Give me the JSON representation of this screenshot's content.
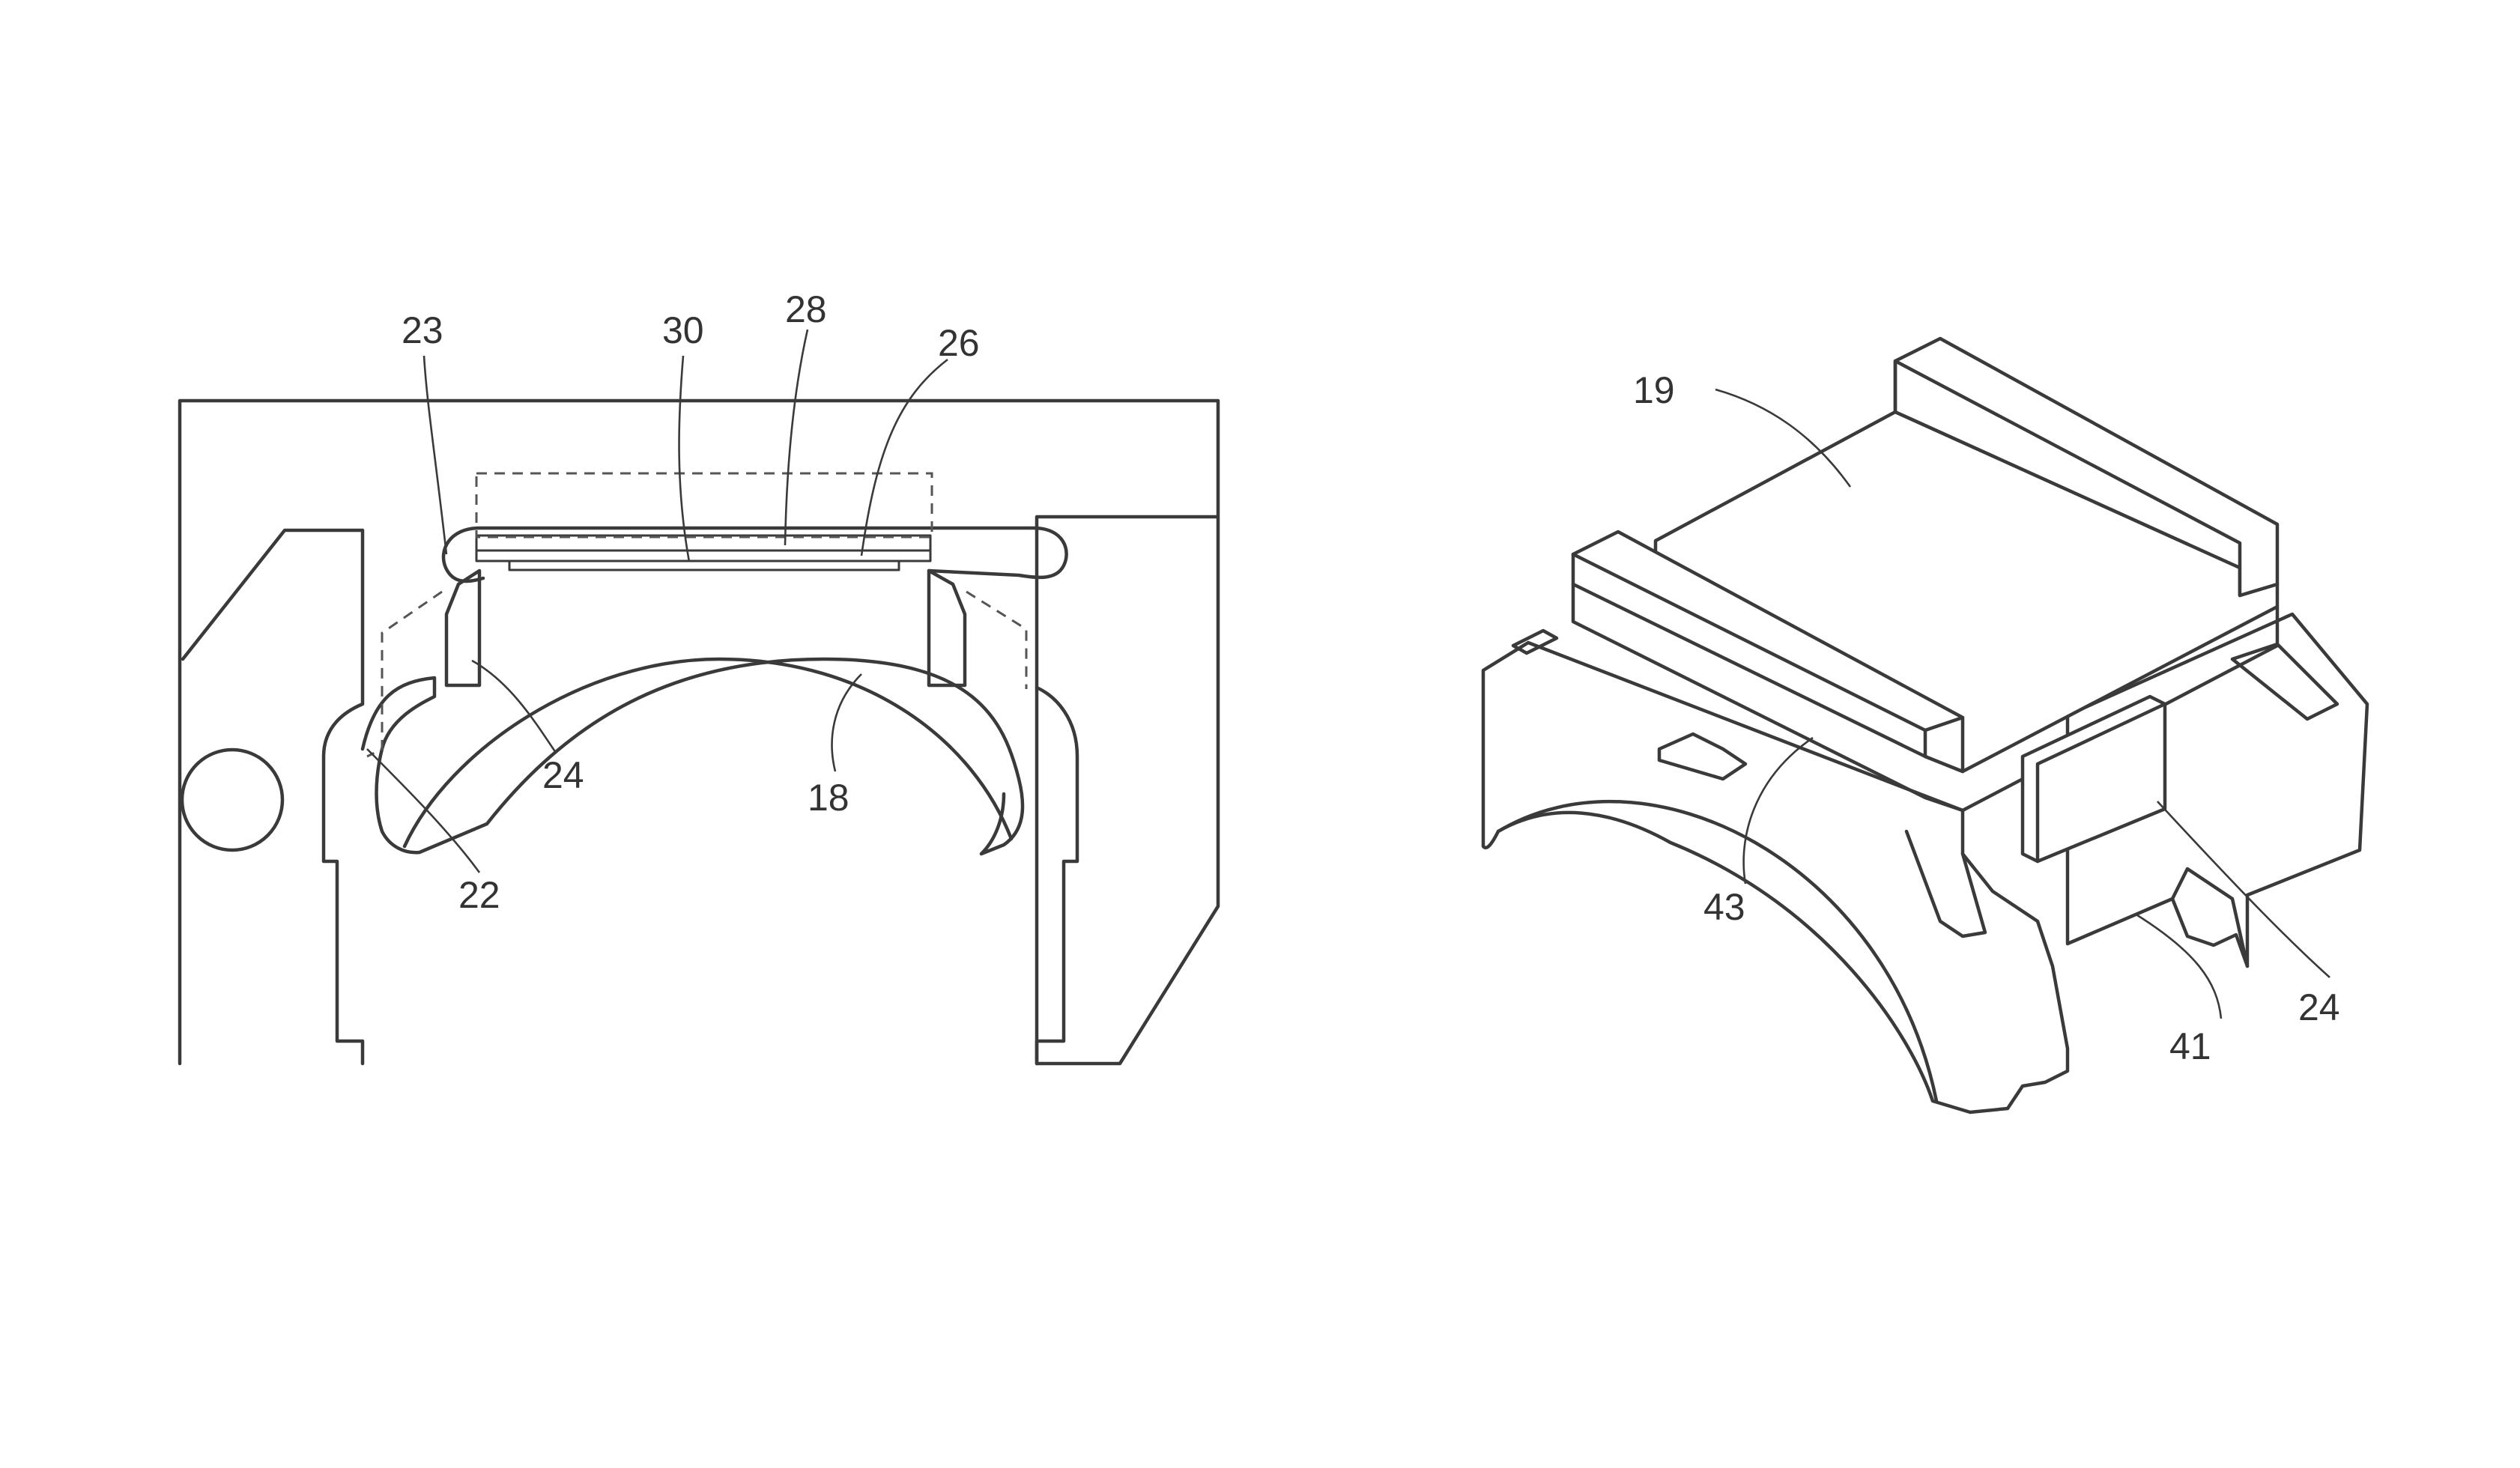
{
  "figure_left": {
    "labels": {
      "l23": "23",
      "l30": "30",
      "l28": "28",
      "l26": "26",
      "l24": "24",
      "l18": "18",
      "l22": "22"
    }
  },
  "figure_right": {
    "labels": {
      "l19": "19",
      "l43": "43",
      "l24": "24",
      "l41": "41"
    }
  }
}
